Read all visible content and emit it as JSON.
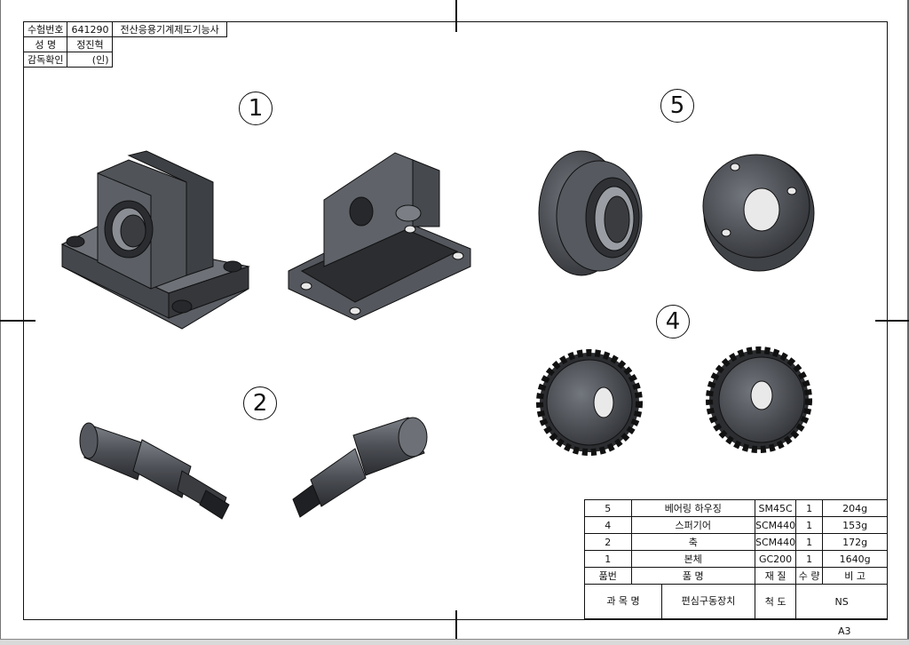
{
  "title_block": {
    "exam_no_label": "수험번호",
    "exam_no_value": "641290",
    "subject": "전산응용기계제도기능사",
    "name_label": "성  명",
    "name_value": "정진혁",
    "supervisor_label": "감독확인",
    "supervisor_value": "(인)"
  },
  "labels": {
    "n1": "1",
    "n2": "2",
    "n4": "4",
    "n5": "5"
  },
  "parts_list": {
    "rows": [
      {
        "no": "5",
        "name": "베어링 하우징",
        "material": "SM45C",
        "qty": "1",
        "note": "204g"
      },
      {
        "no": "4",
        "name": "스퍼기어",
        "material": "SCM440",
        "qty": "1",
        "note": "153g"
      },
      {
        "no": "2",
        "name": "축",
        "material": "SCM440",
        "qty": "1",
        "note": "172g"
      },
      {
        "no": "1",
        "name": "본체",
        "material": "GC200",
        "qty": "1",
        "note": "1640g"
      }
    ],
    "header": {
      "no": "품번",
      "name": "품     명",
      "material": "재 질",
      "qty": "수 량",
      "note": "비     고"
    },
    "course_label": "과 목 명",
    "course_value": "편심구동장치",
    "scale_label": "척 도",
    "scale_value": "NS"
  },
  "sheet_size": "A3",
  "colors": {
    "metal": "#4a4d52",
    "metal_dark": "#2b2d31",
    "metal_light": "#7a7e85",
    "line": "#111111"
  }
}
